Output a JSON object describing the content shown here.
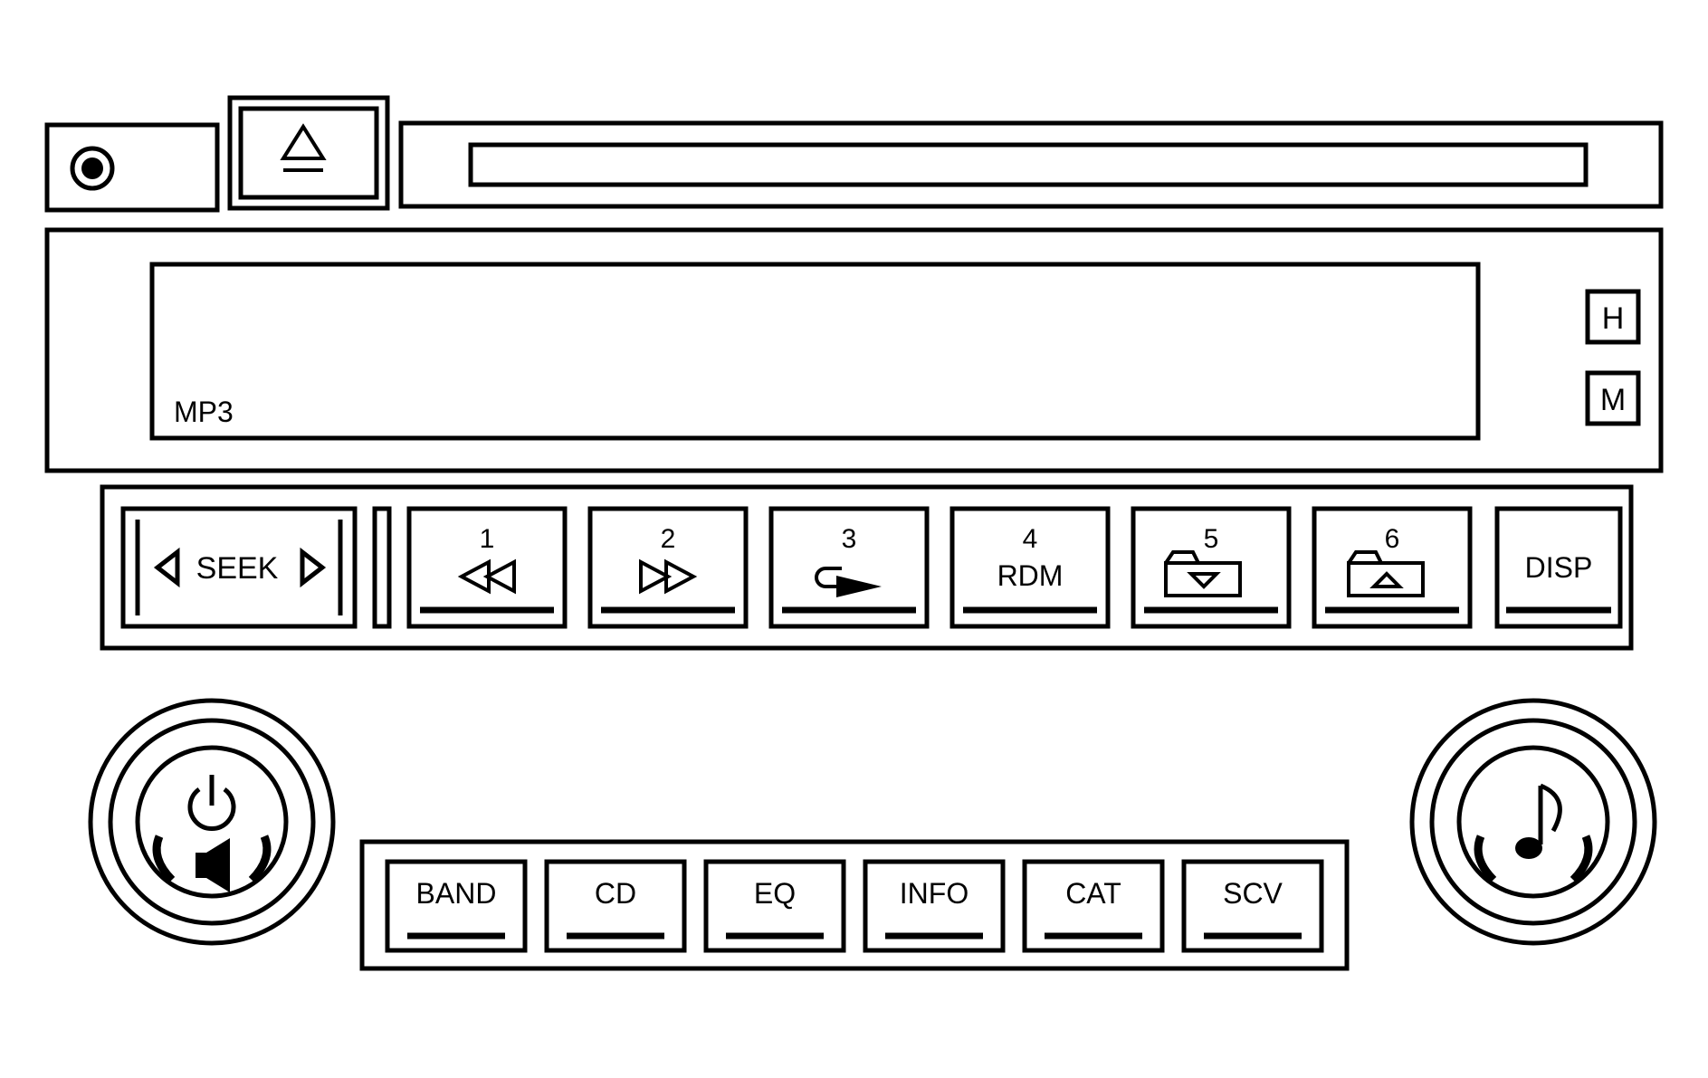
{
  "display": {
    "mode": "MP3"
  },
  "indicators": {
    "h": "H",
    "m": "M"
  },
  "seek": {
    "label": "SEEK"
  },
  "presets": [
    {
      "number": "1",
      "icon": "rewind-icon"
    },
    {
      "number": "2",
      "icon": "fast-forward-icon"
    },
    {
      "number": "3",
      "icon": "repeat-play-icon"
    },
    {
      "number": "4",
      "label": "RDM"
    },
    {
      "number": "5",
      "icon": "folder-down-icon"
    },
    {
      "number": "6",
      "icon": "folder-up-icon"
    }
  ],
  "disp": {
    "label": "DISP"
  },
  "bottom_buttons": [
    "BAND",
    "CD",
    "EQ",
    "INFO",
    "CAT",
    "SCV"
  ],
  "knobs": {
    "left": "power-volume-knob",
    "right": "tone-knob"
  },
  "colors": {
    "line": "#000000",
    "background": "#ffffff"
  }
}
